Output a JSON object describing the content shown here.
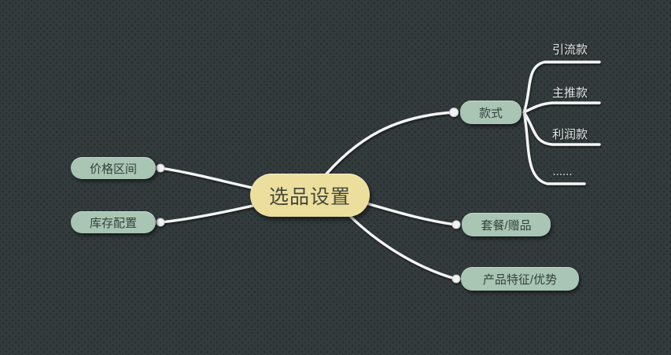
{
  "mindmap": {
    "root": {
      "label": "选品设置"
    },
    "left_branches": [
      {
        "label": "价格区间"
      },
      {
        "label": "库存配置"
      }
    ],
    "right_branches": [
      {
        "label": "款式",
        "children": [
          {
            "label": "引流款"
          },
          {
            "label": "主推款"
          },
          {
            "label": "利润款"
          },
          {
            "label": "......"
          }
        ]
      },
      {
        "label": "套餐/赠品",
        "children": []
      },
      {
        "label": "产品特征/优势",
        "children": []
      }
    ],
    "colors": {
      "background": "#333b3d",
      "background_dots": "#262d2f",
      "root_fill": "#ecdf9e",
      "root_text": "#45483a",
      "branch_fill": "#a9c5b4",
      "branch_text": "#33433d",
      "connector": "#f5f5f5",
      "child_text": "#e6e6e6"
    }
  }
}
